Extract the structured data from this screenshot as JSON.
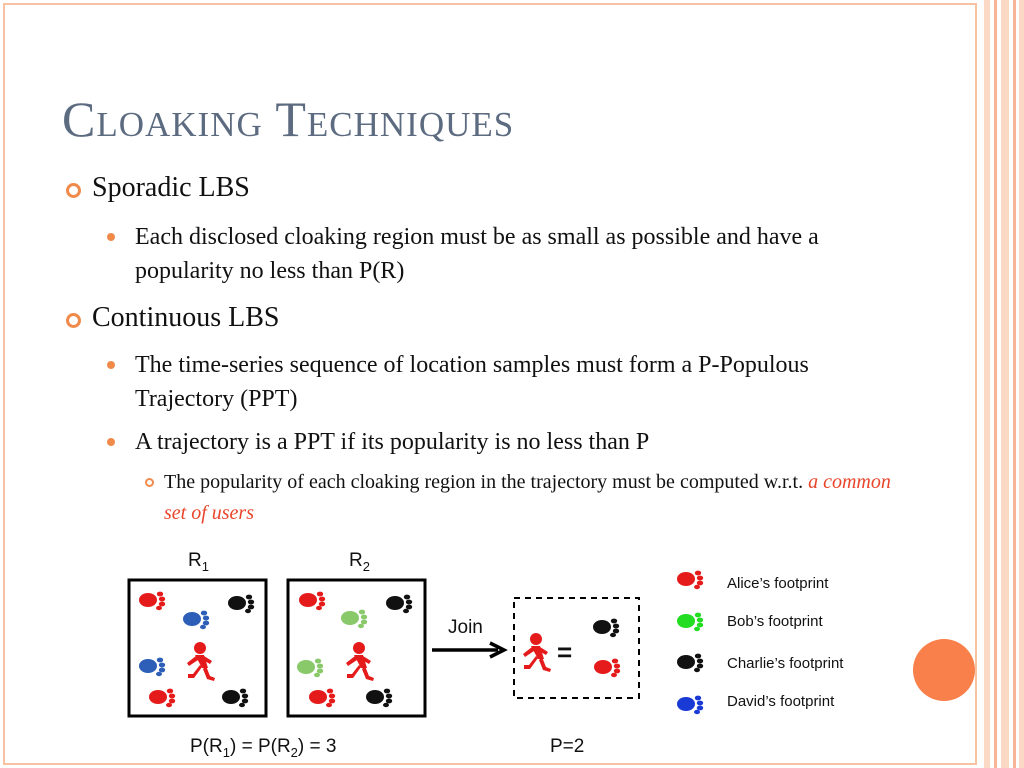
{
  "slide": {
    "title": "Cloaking Techniques",
    "bullets": {
      "b1": "Sporadic LBS",
      "b1_1": "Each disclosed cloaking region must be as small as possible and have a popularity no less than P(R)",
      "b2": "Continuous LBS",
      "b2_1": "The time-series sequence of location samples must form a P-Populous Trajectory (PPT)",
      "b2_2": "A trajectory is a PPT if its popularity is no less than P",
      "b2_2_1_prefix": "The popularity of each cloaking region in the trajectory must be computed w.r.t. ",
      "b2_2_1_emph": "a common set of users"
    }
  },
  "diagram": {
    "r1_label": "R",
    "r1_sub": "1",
    "r2_label": "R",
    "r2_sub": "2",
    "join_label": "Join",
    "equals": "=",
    "pr_caption_a": "P(R",
    "pr_caption_sub1": "1",
    "pr_caption_b": ") = P(R",
    "pr_caption_sub2": "2",
    "pr_caption_c": ") = 3",
    "p_caption": "P=2",
    "legend": [
      {
        "label": "Alice’s footprint",
        "color": "#e51b1b"
      },
      {
        "label": "Bob’s footprint",
        "color": "#22dd22"
      },
      {
        "label": "Charlie’s footprint",
        "color": "#111111"
      },
      {
        "label": "David’s footprint",
        "color": "#1a3ad6"
      }
    ]
  },
  "colors": {
    "accent_orange": "#f08a4b",
    "title_slate": "#5c6b80",
    "emphasis_red": "#e8452b",
    "border_peach": "#f6c2a2",
    "circle_orange": "#f9804a"
  }
}
